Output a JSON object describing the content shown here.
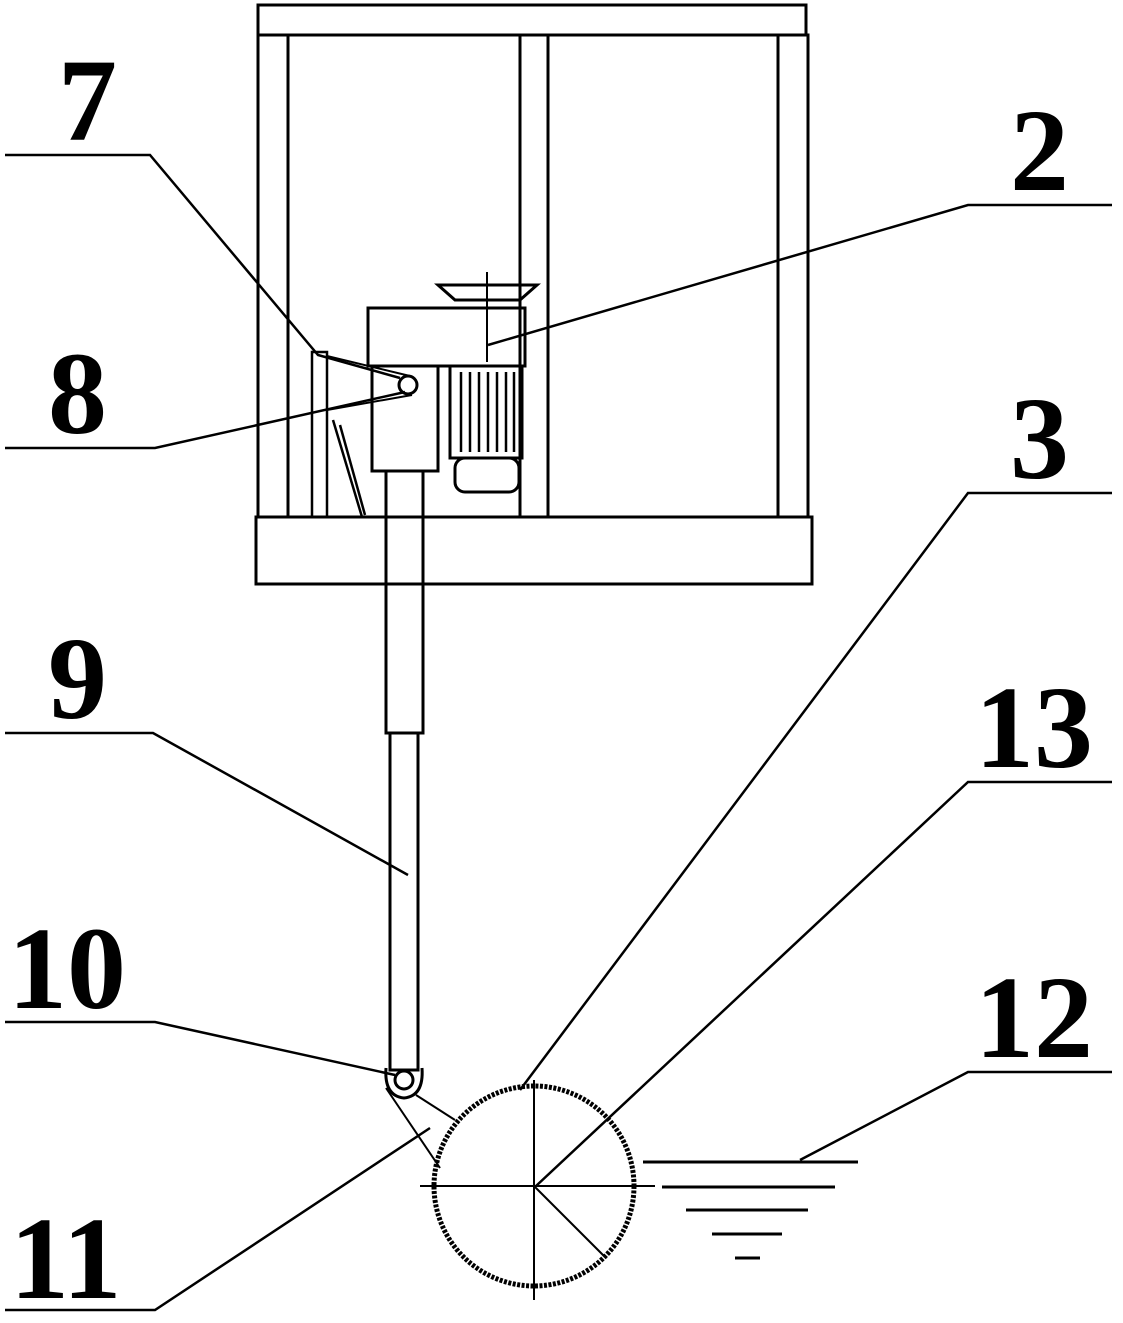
{
  "figure": {
    "stroke_color": "#000000",
    "background_color": "#ffffff",
    "callouts": [
      {
        "id": "c7",
        "label": "7"
      },
      {
        "id": "c2",
        "label": "2"
      },
      {
        "id": "c8",
        "label": "8"
      },
      {
        "id": "c3",
        "label": "3"
      },
      {
        "id": "c9",
        "label": "9"
      },
      {
        "id": "c13",
        "label": "13"
      },
      {
        "id": "c10",
        "label": "10"
      },
      {
        "id": "c12",
        "label": "12"
      },
      {
        "id": "c11",
        "label": "11"
      }
    ]
  }
}
